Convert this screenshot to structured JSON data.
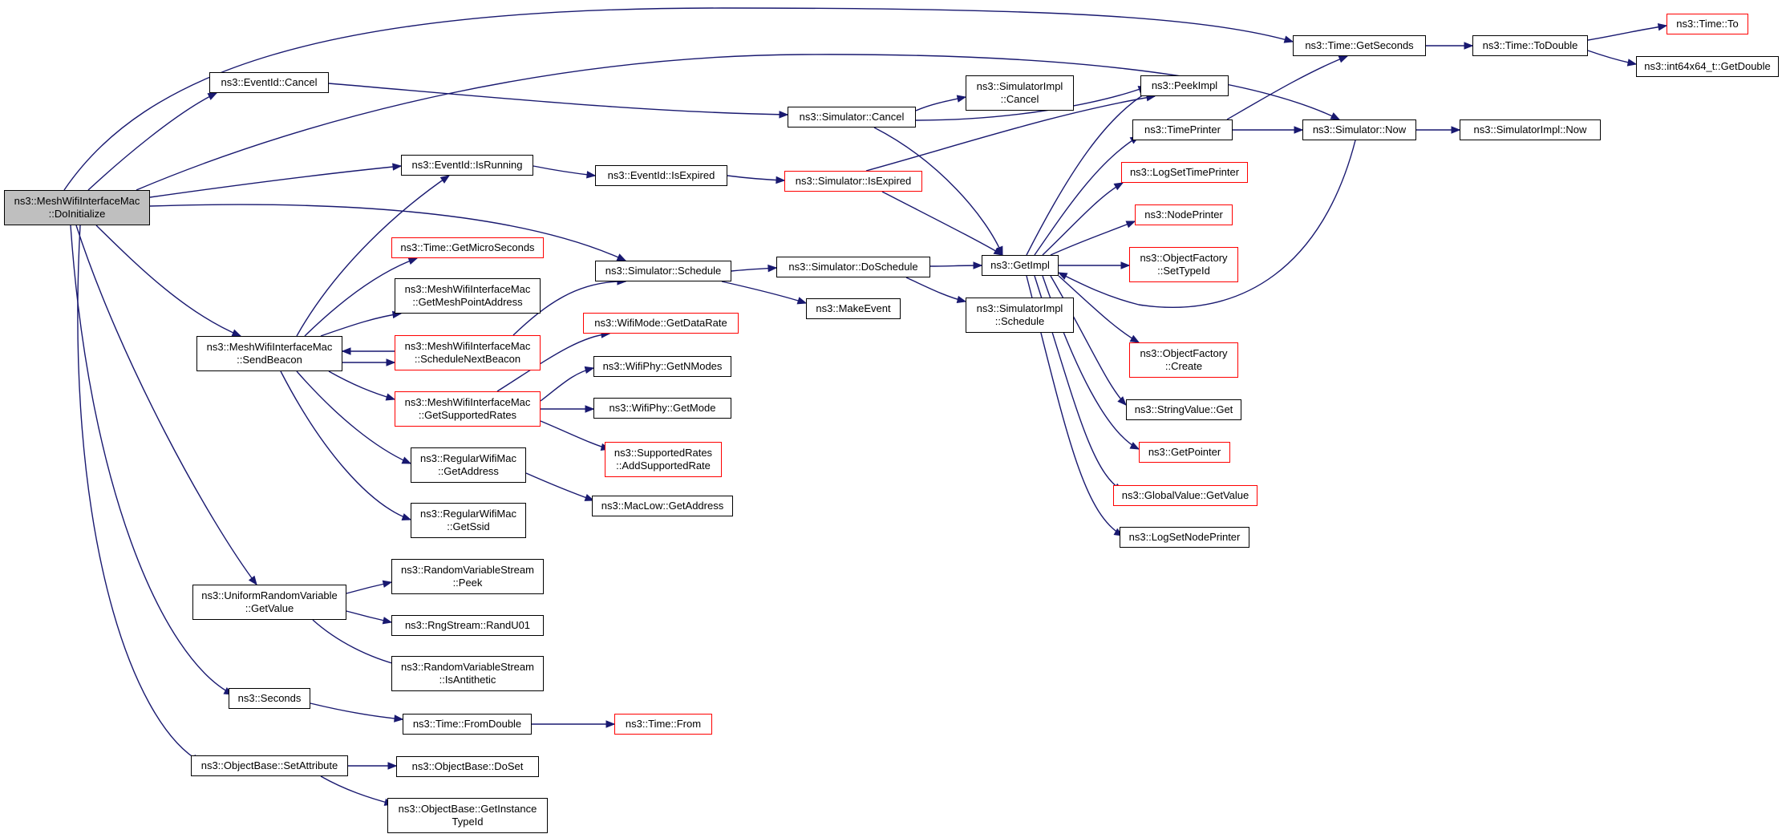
{
  "colors": {
    "edge": "#191970",
    "border": "#000000",
    "truncated_border": "#ff0000",
    "root_fill": "#bfbfbf"
  },
  "nodes": [
    {
      "id": "root",
      "lines": [
        "ns3::MeshWifiInterfaceMac",
        "::DoInitialize"
      ]
    },
    {
      "id": "evcancel",
      "lines": [
        "ns3::EventId::Cancel"
      ]
    },
    {
      "id": "isrunning",
      "lines": [
        "ns3::EventId::IsRunning"
      ]
    },
    {
      "id": "sendbeacon",
      "lines": [
        "ns3::MeshWifiInterfaceMac",
        "::SendBeacon"
      ]
    },
    {
      "id": "urv",
      "lines": [
        "ns3::UniformRandomVariable",
        "::GetValue"
      ]
    },
    {
      "id": "seconds",
      "lines": [
        "ns3::Seconds"
      ]
    },
    {
      "id": "setattr",
      "lines": [
        "ns3::ObjectBase::SetAttribute"
      ]
    },
    {
      "id": "getmicro",
      "lines": [
        "ns3::Time::GetMicroSeconds"
      ]
    },
    {
      "id": "getmeshpt",
      "lines": [
        "ns3::MeshWifiInterfaceMac",
        "::GetMeshPointAddress"
      ]
    },
    {
      "id": "schednext",
      "lines": [
        "ns3::MeshWifiInterfaceMac",
        "::ScheduleNextBeacon"
      ]
    },
    {
      "id": "getsupp",
      "lines": [
        "ns3::MeshWifiInterfaceMac",
        "::GetSupportedRates"
      ]
    },
    {
      "id": "rwmgetaddr",
      "lines": [
        "ns3::RegularWifiMac",
        "::GetAddress"
      ]
    },
    {
      "id": "rwmgetssid",
      "lines": [
        "ns3::RegularWifiMac",
        "::GetSsid"
      ]
    },
    {
      "id": "rvspeek",
      "lines": [
        "ns3::RandomVariableStream",
        "::Peek"
      ]
    },
    {
      "id": "randu01",
      "lines": [
        "ns3::RngStream::RandU01"
      ]
    },
    {
      "id": "isanti",
      "lines": [
        "ns3::RandomVariableStream",
        "::IsAntithetic"
      ]
    },
    {
      "id": "fromdouble",
      "lines": [
        "ns3::Time::FromDouble"
      ]
    },
    {
      "id": "doset",
      "lines": [
        "ns3::ObjectBase::DoSet"
      ]
    },
    {
      "id": "getinst",
      "lines": [
        "ns3::ObjectBase::GetInstance",
        "TypeId"
      ]
    },
    {
      "id": "simcancel",
      "lines": [
        "ns3::Simulator::Cancel"
      ]
    },
    {
      "id": "isexpired",
      "lines": [
        "ns3::EventId::IsExpired"
      ]
    },
    {
      "id": "simsched",
      "lines": [
        "ns3::Simulator::Schedule"
      ]
    },
    {
      "id": "getdatarate",
      "lines": [
        "ns3::WifiMode::GetDataRate"
      ]
    },
    {
      "id": "getnmodes",
      "lines": [
        "ns3::WifiPhy::GetNModes"
      ]
    },
    {
      "id": "getmode",
      "lines": [
        "ns3::WifiPhy::GetMode"
      ]
    },
    {
      "id": "addsupp",
      "lines": [
        "ns3::SupportedRates",
        "::AddSupportedRate"
      ]
    },
    {
      "id": "maclowaddr",
      "lines": [
        "ns3::MacLow::GetAddress"
      ]
    },
    {
      "id": "timefrom",
      "lines": [
        "ns3::Time::From"
      ]
    },
    {
      "id": "simimplcancel",
      "lines": [
        "ns3::SimulatorImpl",
        "::Cancel"
      ]
    },
    {
      "id": "simisexpired",
      "lines": [
        "ns3::Simulator::IsExpired"
      ]
    },
    {
      "id": "dosched",
      "lines": [
        "ns3::Simulator::DoSchedule"
      ]
    },
    {
      "id": "makeevent",
      "lines": [
        "ns3::MakeEvent"
      ]
    },
    {
      "id": "simimplsched",
      "lines": [
        "ns3::SimulatorImpl",
        "::Schedule"
      ]
    },
    {
      "id": "getimpl",
      "lines": [
        "ns3::GetImpl"
      ]
    },
    {
      "id": "peekimpl",
      "lines": [
        "ns3::PeekImpl"
      ]
    },
    {
      "id": "timeprinter",
      "lines": [
        "ns3::TimePrinter"
      ]
    },
    {
      "id": "logsettime",
      "lines": [
        "ns3::LogSetTimePrinter"
      ]
    },
    {
      "id": "nodeprinter",
      "lines": [
        "ns3::NodePrinter"
      ]
    },
    {
      "id": "ofsettype",
      "lines": [
        "ns3::ObjectFactory",
        "::SetTypeId"
      ]
    },
    {
      "id": "ofcreate",
      "lines": [
        "ns3::ObjectFactory",
        "::Create"
      ]
    },
    {
      "id": "strget",
      "lines": [
        "ns3::StringValue::Get"
      ]
    },
    {
      "id": "getpointer",
      "lines": [
        "ns3::GetPointer"
      ]
    },
    {
      "id": "gvgetvalue",
      "lines": [
        "ns3::GlobalValue::GetValue"
      ]
    },
    {
      "id": "logsetnode",
      "lines": [
        "ns3::LogSetNodePrinter"
      ]
    },
    {
      "id": "getseconds",
      "lines": [
        "ns3::Time::GetSeconds"
      ]
    },
    {
      "id": "simnow",
      "lines": [
        "ns3::Simulator::Now"
      ]
    },
    {
      "id": "todouble",
      "lines": [
        "ns3::Time::ToDouble"
      ]
    },
    {
      "id": "simimplnow",
      "lines": [
        "ns3::SimulatorImpl::Now"
      ]
    },
    {
      "id": "timeto",
      "lines": [
        "ns3::Time::To"
      ]
    },
    {
      "id": "int64getdouble",
      "lines": [
        "ns3::int64x64_t::GetDouble"
      ]
    }
  ]
}
